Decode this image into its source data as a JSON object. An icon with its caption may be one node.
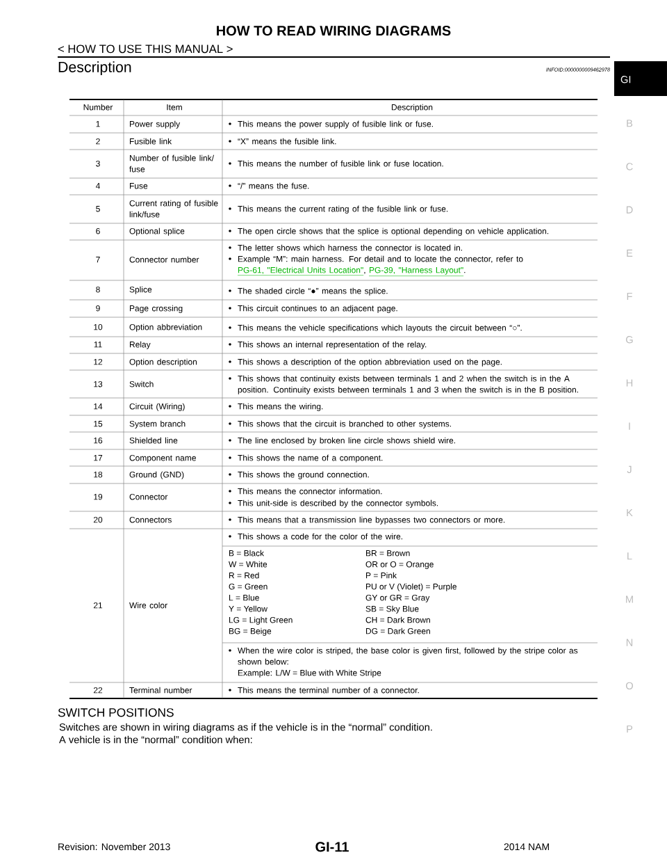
{
  "diagram": {
    "title": "HOW TO READ WIRING DIAGRAMS",
    "labels": [
      "< HOW TO USE THIS MANUAL >",
      "Description",
      "INFOID:0000000009462978",
      "GI",
      "Number",
      "Item",
      "Description",
      "1",
      "Power supply",
      "This means the power supply of fusible link or fuse.",
      "2",
      "Fusible link",
      "“X” means the fusible link.",
      "3",
      "Number of fusible link/ fuse",
      "This means the number of fusible link or fuse location.",
      "4",
      "Fuse",
      "“/” means the fuse.",
      "5",
      "Current rating of fusible link/fuse",
      "This means the current rating of the fusible link or fuse.",
      "6",
      "Optional splice",
      "The open circle shows that the splice is optional depending on vehicle application.",
      "7",
      "Connector number",
      "The letter shows which harness the connector is located in.",
      "Example “M”: main harness. For detail and to locate the connector, refer to",
      "PG-61, \"Electrical Units Location\"",
      ",",
      "PG-39, \"Harness Layout\"",
      ".",
      "8",
      "Splice",
      "The shaded circle “●” means the splice.",
      "9",
      "Page crossing",
      "This circuit continues to an adjacent page.",
      "10",
      "Option abbreviation",
      "This means the vehicle specifications which layouts the circuit between “○”.",
      "11",
      "Relay",
      "This shows an internal representation of the relay.",
      "12",
      "Option description",
      "This shows a description of the option abbreviation used on the page.",
      "13",
      "Switch",
      "This shows that continuity exists between terminals 1 and 2 when the switch is in the A position. Continuity exists between terminals 1 and 3 when the switch is in the B position.",
      "14",
      "Circuit (Wiring)",
      "This means the wiring.",
      "15",
      "System branch",
      "This shows that the circuit is branched to other systems.",
      "16",
      "Shielded line",
      "The line enclosed by broken line circle shows shield wire.",
      "17",
      "Component name",
      "This shows the name of a component.",
      "18",
      "Ground (GND)",
      "This shows the ground connection.",
      "19",
      "Connector",
      "This means the connector information.",
      "This unit-side is described by the connector symbols.",
      "20",
      "Connectors",
      "This means that a transmission line bypasses two connectors or more.",
      "21",
      "Wire color",
      "This shows a code for the color of the wire.",
      "B = Black",
      "BR = Brown",
      "W = White",
      "OR or O = Orange",
      "R = Red",
      "P = Pink",
      "G = Green",
      "PU or V (Violet) = Purple",
      "L = Blue",
      "GY or GR = Gray",
      "Y = Yellow",
      "SB = Sky Blue",
      "LG = Light Green",
      "CH = Dark Brown",
      "BG = Beige",
      "DG = Dark Green",
      "When the wire color is striped, the base color is given first, followed by the stripe color as shown below:",
      "Example: L/W = Blue with White Stripe",
      "22",
      "Terminal number",
      "This means the terminal number of a connector.",
      "SWITCH POSITIONS",
      "Switches are shown in wiring diagrams as if the vehicle is in the “normal” condition.",
      "A vehicle is in the “normal” condition when:",
      "B",
      "C",
      "D",
      "E",
      "F",
      "G",
      "H",
      "I",
      "J",
      "K",
      "L",
      "M",
      "N",
      "O",
      "P",
      "Revision: November 2013",
      "GI-11",
      "2014 NAM"
    ]
  }
}
